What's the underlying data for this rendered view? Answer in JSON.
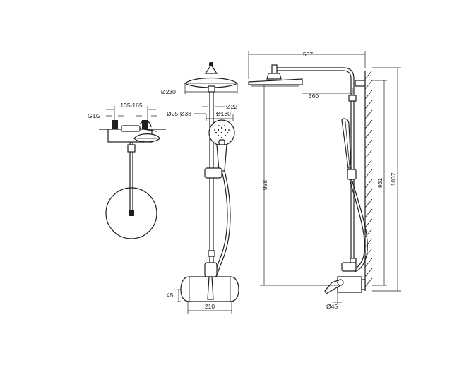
{
  "drawing": {
    "side_view": {
      "dim_spacing": "135-165",
      "dim_thread": "G1/2"
    },
    "front_view": {
      "dim_head_diameter": "Ø230",
      "dim_pipe_diameter": "Ø22",
      "dim_tube_range": "Ø25-Ø38",
      "dim_hand_diameter": "Ø130",
      "dim_valve_height": "45",
      "dim_valve_width": "210"
    },
    "profile_view": {
      "dim_total_reach": "537",
      "dim_arm_reach": "360",
      "dim_head_drop": "928",
      "dim_column_height": "931",
      "dim_total_height": "1037",
      "dim_valve_diameter": "Ø45"
    }
  }
}
